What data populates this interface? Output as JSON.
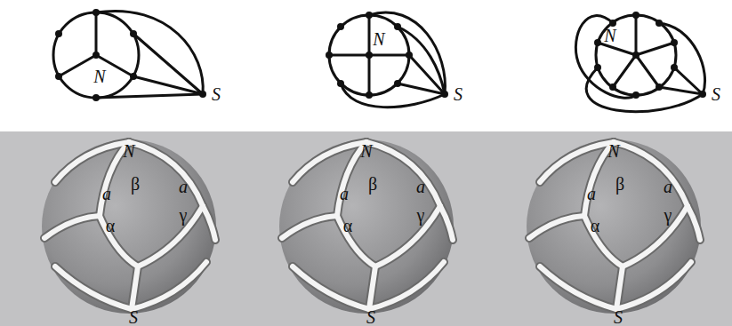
{
  "diagram": {
    "labels": [
      "N",
      "S",
      "N",
      "S",
      "N",
      "S",
      "N",
      "a",
      "β",
      "a",
      "α",
      "γ",
      "S",
      "N",
      "a",
      "β",
      "a",
      "α",
      "γ",
      "S",
      "N",
      "a",
      "β",
      "a",
      "α",
      "γ",
      "S"
    ]
  }
}
